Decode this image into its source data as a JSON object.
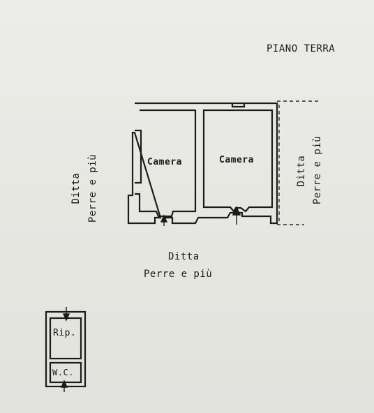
{
  "title": "PIANO TERRA",
  "rooms": [
    {
      "label": "Camera"
    },
    {
      "label": "Camera"
    }
  ],
  "annex": {
    "rip": "Rip.",
    "wc": "W.C."
  },
  "neighbors": {
    "left": {
      "line1": "Ditta",
      "line2": "Perre e più"
    },
    "right": {
      "line1": "Ditta",
      "line2": "Perre e più"
    },
    "bottom": {
      "line1": "Ditta",
      "line2": "Perre e più"
    }
  }
}
